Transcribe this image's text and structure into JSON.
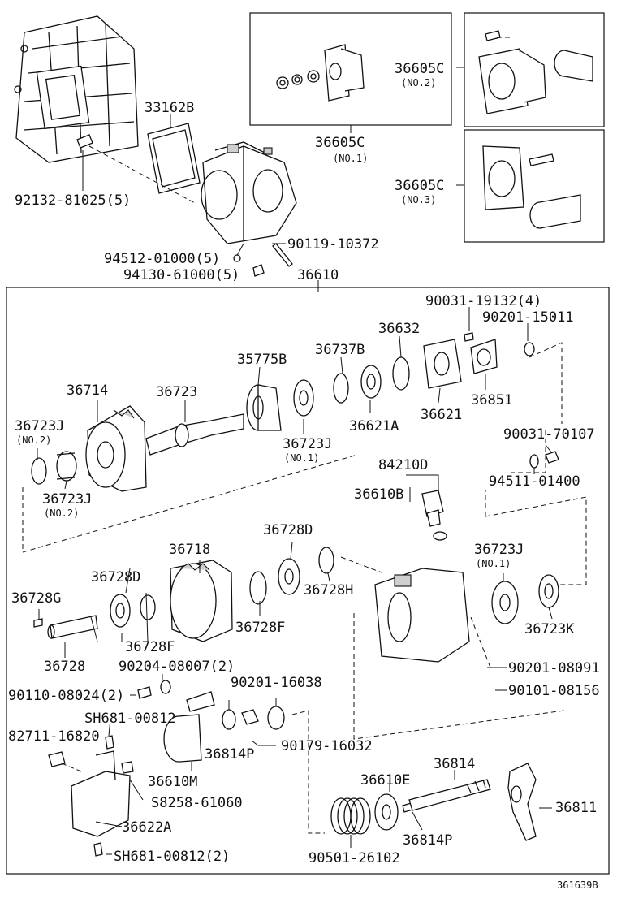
{
  "diagram_code": "361639B",
  "inset_boxes": {
    "no1": {
      "part": "36605C",
      "note": "(NO.1)"
    },
    "no2": {
      "part": "36605C",
      "note": "(NO.2)"
    },
    "no3": {
      "part": "36605C",
      "note": "(NO.3)"
    }
  },
  "labels": {
    "p33162B": "33162B",
    "p92132": "92132-81025(5)",
    "p90119": "90119-10372",
    "p94512": "94512-01000(5)",
    "p94130": "94130-61000(5)",
    "p36610": "36610",
    "p90031a": "90031-19132(4)",
    "p90201a": "90201-15011",
    "p36632": "36632",
    "p35775B": "35775B",
    "p36737B": "36737B",
    "p36714": "36714",
    "p36723": "36723",
    "p36621": "36621",
    "p36851": "36851",
    "p36621A": "36621A",
    "p36723Jno1": "36723J",
    "p36723Jno1_note": "(NO.1)",
    "p36723Jleft": "36723J",
    "p36723Jleft_note": "(NO.2)",
    "p36723Jleft2": "36723J",
    "p36723Jleft2_note": "(NO.2)",
    "p90031b": "90031-70107",
    "p94511": "94511-01400",
    "p84210D": "84210D",
    "p36610B": "36610B",
    "p36718": "36718",
    "p36728Dtop": "36728D",
    "p36728Dleft": "36728D",
    "p36728H": "36728H",
    "p36723Jright": "36723J",
    "p36723Jright_note": "(NO.1)",
    "p36728G": "36728G",
    "p36728F1": "36728F",
    "p36728F2": "36728F",
    "p36723K": "36723K",
    "p36728": "36728",
    "p90204": "90204-08007(2)",
    "p90201b": "90201-08091",
    "p90110": "90110-08024(2)",
    "p90201c": "90201-16038",
    "p90101": "90101-08156",
    "pSH681top": "SH681-00812",
    "p82711": "82711-16820",
    "p36814P1": "36814P",
    "p90179": "90179-16032",
    "p36610M": "36610M",
    "p36814": "36814",
    "pS8258": "S8258-61060",
    "p36610E": "36610E",
    "p36811": "36811",
    "p36622A": "36622A",
    "p36814P2": "36814P",
    "pSH681bot": "SH681-00812(2)",
    "p90501": "90501-26102"
  }
}
